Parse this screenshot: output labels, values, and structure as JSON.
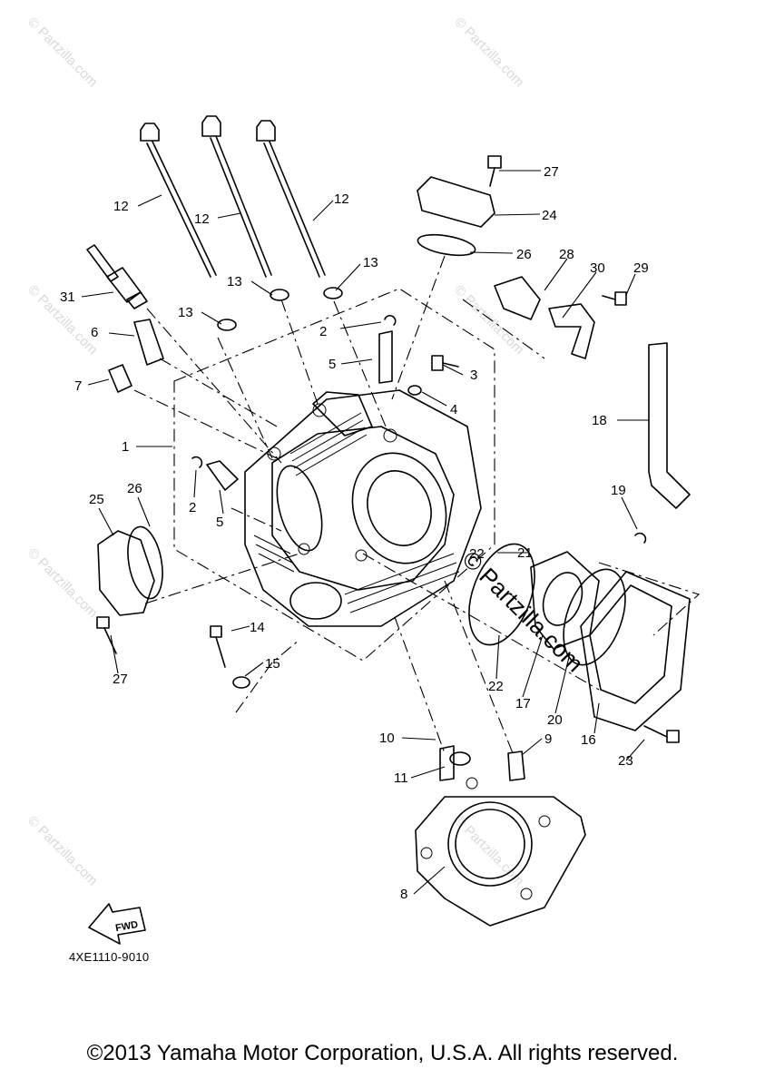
{
  "callouts": [
    {
      "n": "1"
    },
    {
      "n": "2"
    },
    {
      "n": "2"
    },
    {
      "n": "3"
    },
    {
      "n": "4"
    },
    {
      "n": "5"
    },
    {
      "n": "5"
    },
    {
      "n": "6"
    },
    {
      "n": "7"
    },
    {
      "n": "8"
    },
    {
      "n": "9"
    },
    {
      "n": "10"
    },
    {
      "n": "11"
    },
    {
      "n": "12"
    },
    {
      "n": "12"
    },
    {
      "n": "12"
    },
    {
      "n": "13"
    },
    {
      "n": "13"
    },
    {
      "n": "13"
    },
    {
      "n": "14"
    },
    {
      "n": "15"
    },
    {
      "n": "16"
    },
    {
      "n": "17"
    },
    {
      "n": "18"
    },
    {
      "n": "19"
    },
    {
      "n": "20"
    },
    {
      "n": "21"
    },
    {
      "n": "22"
    },
    {
      "n": "22"
    },
    {
      "n": "23"
    },
    {
      "n": "24"
    },
    {
      "n": "25"
    },
    {
      "n": "26"
    },
    {
      "n": "26"
    },
    {
      "n": "27"
    },
    {
      "n": "27"
    },
    {
      "n": "28"
    },
    {
      "n": "29"
    },
    {
      "n": "30"
    },
    {
      "n": "31"
    }
  ],
  "fwd_label": "FWD",
  "diagram_code": "4XE1110-9010",
  "watermark": "© Partzilla.com",
  "copyright": "©2013 Yamaha Motor Corporation, U.S.A. All rights reserved."
}
